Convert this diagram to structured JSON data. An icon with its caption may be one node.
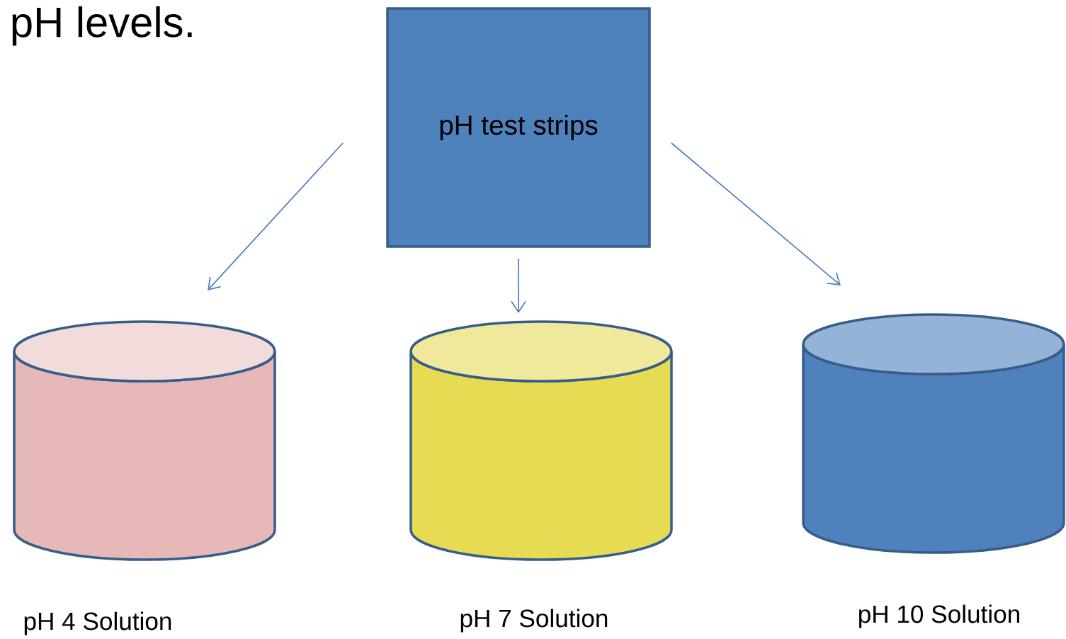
{
  "diagram": {
    "nodes": [
      {
        "text": [
          "pH test strips"
        ]
      },
      {
        "text": [],
        "shape": "cylinder",
        "beside": [
          "pH 4 Solution"
        ]
      },
      {
        "text": [],
        "shape": "cylinder",
        "beside": [
          "pH 7 Solution"
        ]
      },
      {
        "text": [],
        "shape": "cylinder",
        "beside": [
          "pH 10 Solution"
        ]
      }
    ],
    "edges": [
      {
        "from": 0,
        "to": 1,
        "arrow": "to"
      },
      {
        "from": 0,
        "to": 2,
        "arrow": "to"
      },
      {
        "from": 0,
        "to": 3,
        "arrow": "to"
      }
    ],
    "labels": [
      "pH levels."
    ]
  }
}
